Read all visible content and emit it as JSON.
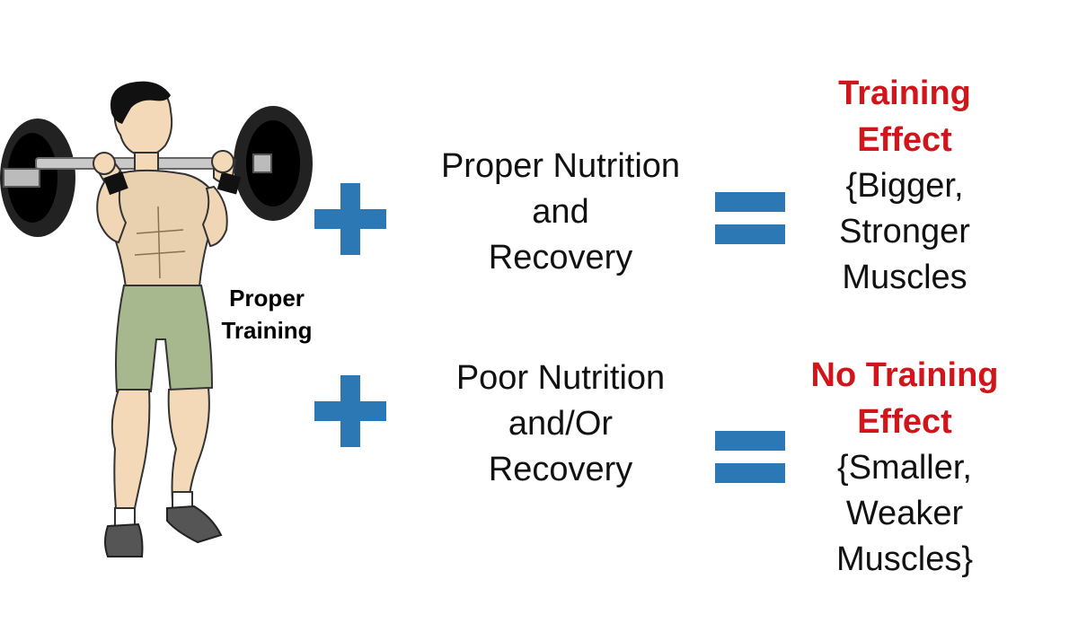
{
  "illustration": {
    "caption_line1": "Proper",
    "caption_line2": "Training"
  },
  "rows": [
    {
      "operator": "plus",
      "middle": [
        "Proper Nutrition",
        "and",
        "Recovery"
      ],
      "result_heading": [
        "Training",
        "Effect"
      ],
      "result_desc": [
        "{Bigger,",
        "Stronger",
        "Muscles"
      ]
    },
    {
      "operator": "plus",
      "middle": [
        "Poor Nutrition",
        "and/Or",
        "Recovery"
      ],
      "result_heading": [
        "No Training",
        "Effect"
      ],
      "result_desc": [
        "{Smaller,",
        "Weaker",
        "Muscles}"
      ]
    }
  ],
  "colors": {
    "operator_blue": "#2b78b4",
    "heading_red": "#d0161b",
    "text": "#111111"
  },
  "icons": {
    "plus": "plus-icon",
    "equals": "equals-icon",
    "figure": "weightlifter-illustration"
  }
}
